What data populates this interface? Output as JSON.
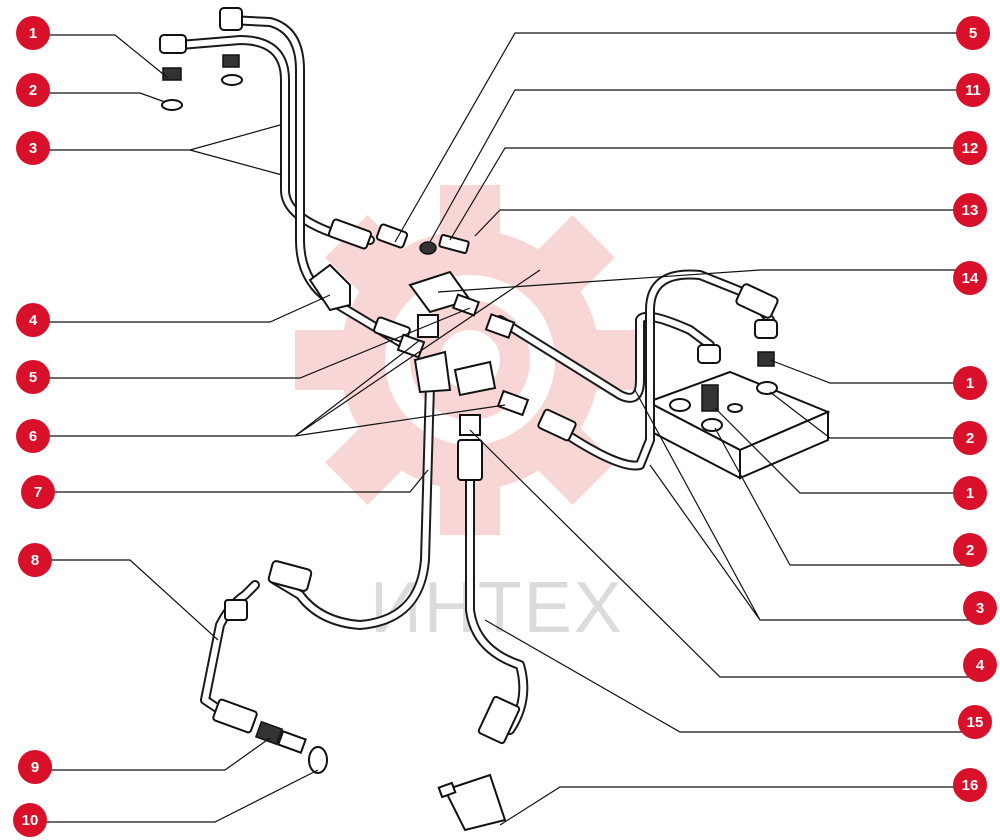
{
  "watermark": {
    "text": "ИНТЕХ",
    "color": "#f4b5b5"
  },
  "callout_color": "#d8102a",
  "callouts_left": [
    "1",
    "2",
    "3",
    "4",
    "5",
    "6",
    "7",
    "8",
    "9",
    "10"
  ],
  "callouts_right": [
    "5",
    "11",
    "12",
    "13",
    "14",
    "1",
    "2",
    "1",
    "2",
    "3",
    "4",
    "15",
    "16"
  ]
}
